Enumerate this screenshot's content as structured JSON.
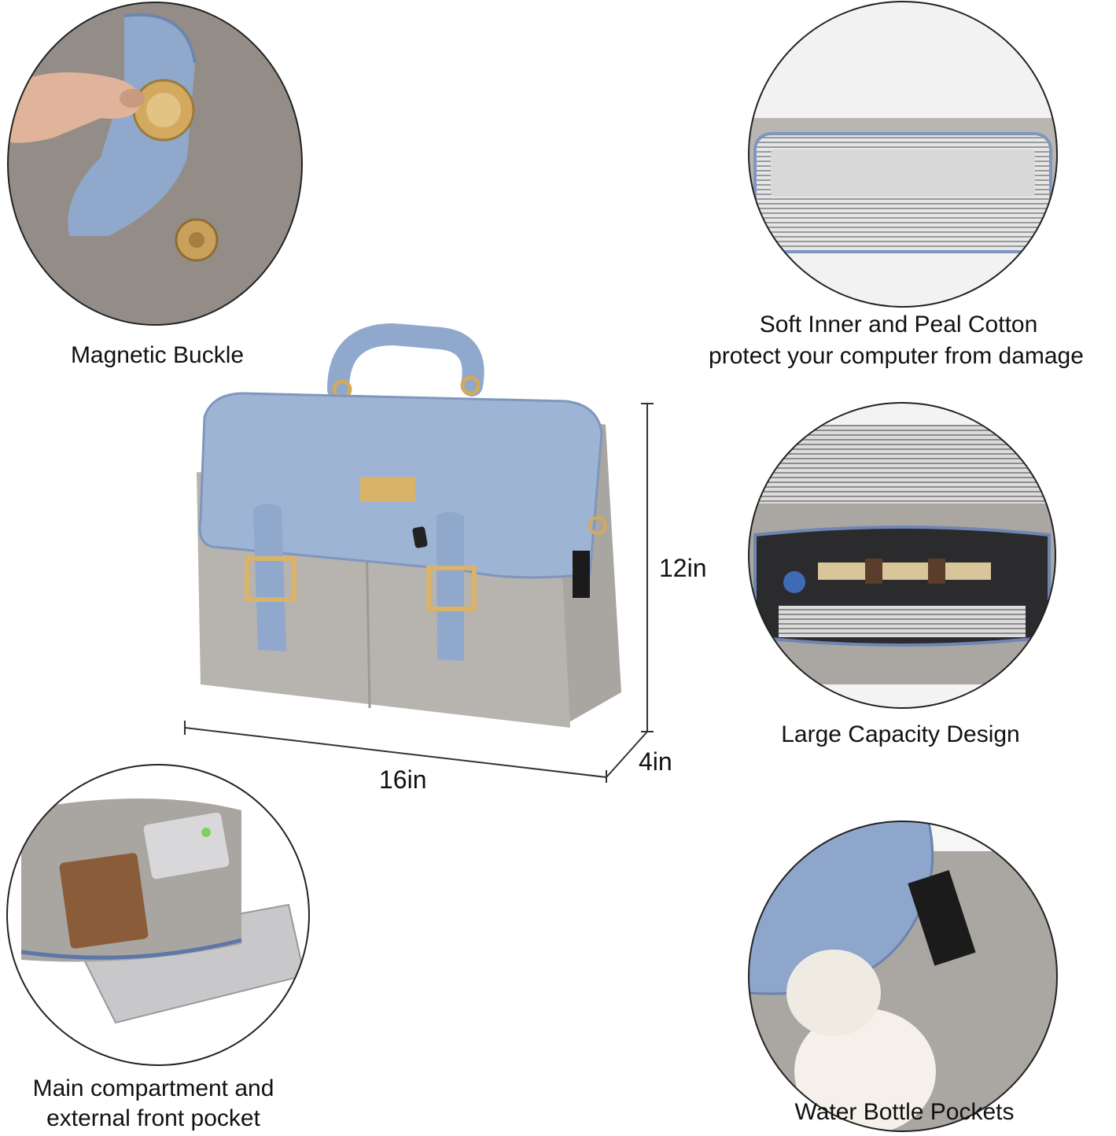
{
  "features": {
    "magnetic_buckle": "Magnetic Buckle",
    "soft_inner_line1": "Soft Inner and Peal Cotton",
    "soft_inner_line2": "protect your computer from damage",
    "large_capacity": "Large Capacity Design",
    "main_compartment_line1": "Main compartment and",
    "main_compartment_line2": "external front pocket",
    "water_bottle": "Water Bottle Pockets"
  },
  "dimensions": {
    "height": "12in",
    "width": "16in",
    "depth": "4in"
  },
  "colors": {
    "flap_blue": "#9db4d4",
    "body_grey": "#b7b3af",
    "buckle_gold": "#d9b36a",
    "outline": "#222222"
  }
}
